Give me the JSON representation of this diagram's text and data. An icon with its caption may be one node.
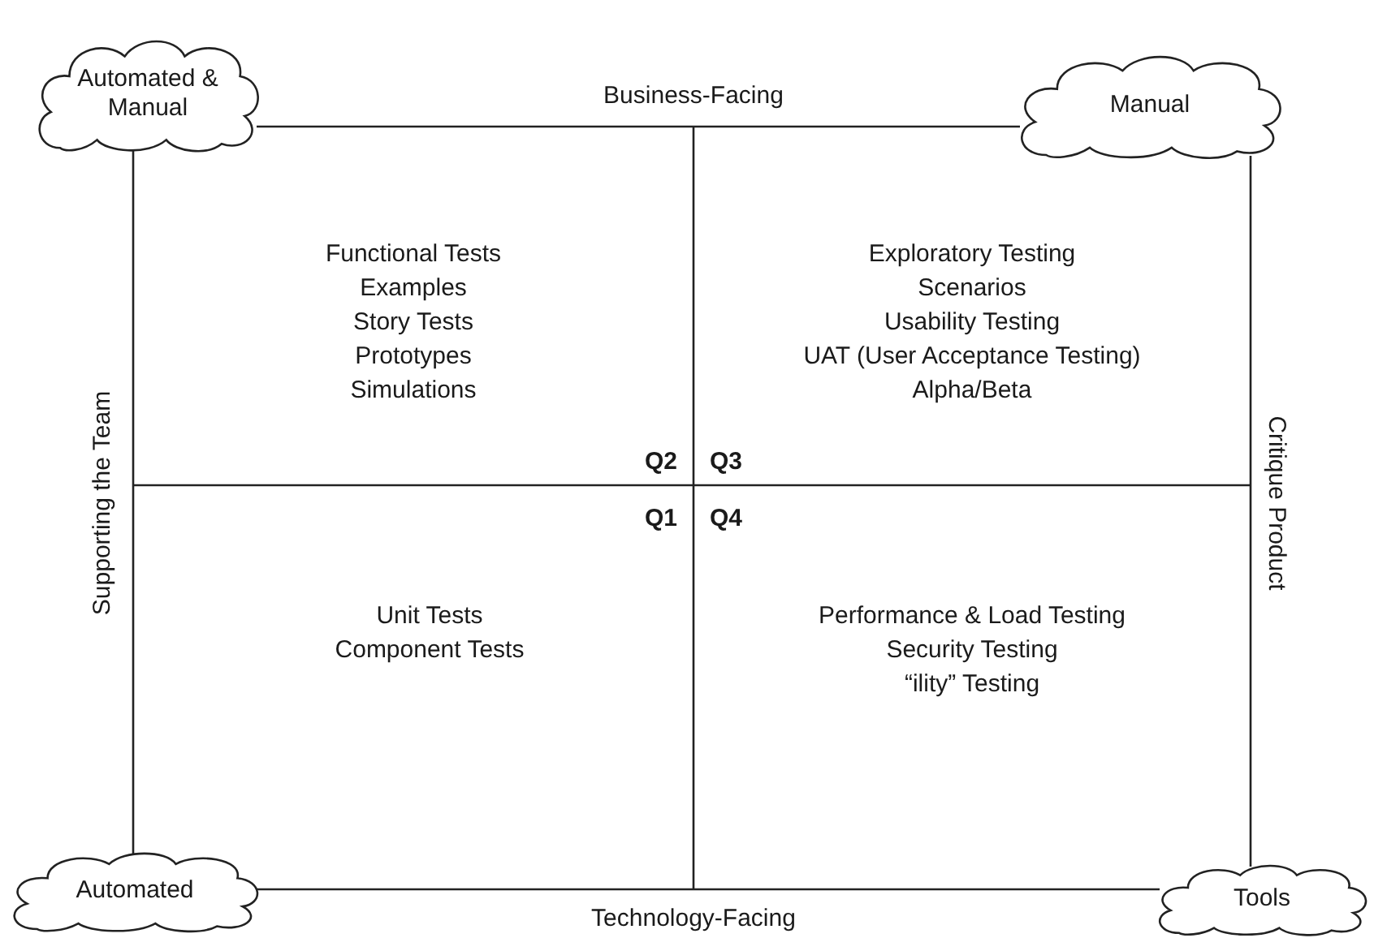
{
  "diagram": {
    "nodes": [
      {
        "text": [
          "Automated & Manual"
        ]
      },
      {
        "text": [
          "Manual"
        ]
      },
      {
        "text": [
          "Functional Tests",
          "Examples",
          "Story Tests",
          "Prototypes",
          "Simulations"
        ],
        "beside": [
          "Q2"
        ]
      },
      {
        "text": [
          "Exploratory Testing",
          "Scenarios",
          "Usability Testing",
          "UAT (User Acceptance Testing)",
          "Alpha/Beta"
        ],
        "beside": [
          "Q3"
        ]
      },
      {
        "text": [
          "Unit Tests",
          "Component Tests"
        ],
        "beside": [
          "Q1"
        ]
      },
      {
        "text": [
          "Performance & Load Testing",
          "Security Testing",
          "“ility” Testing"
        ],
        "beside": [
          "Q4"
        ]
      },
      {
        "text": [
          "Automated"
        ]
      },
      {
        "text": [
          "Tools"
        ]
      }
    ],
    "edges": [
      {
        "from": 0,
        "to": 1,
        "arrow": "none",
        "label": "Business-Facing"
      },
      {
        "from": 0,
        "to": 6,
        "arrow": "none",
        "label": "Supporting the Team"
      },
      {
        "from": 1,
        "to": 7,
        "arrow": "none",
        "label": "Critique Product"
      },
      {
        "from": 6,
        "to": 7,
        "arrow": "none",
        "label": "Technology-Facing"
      }
    ]
  }
}
